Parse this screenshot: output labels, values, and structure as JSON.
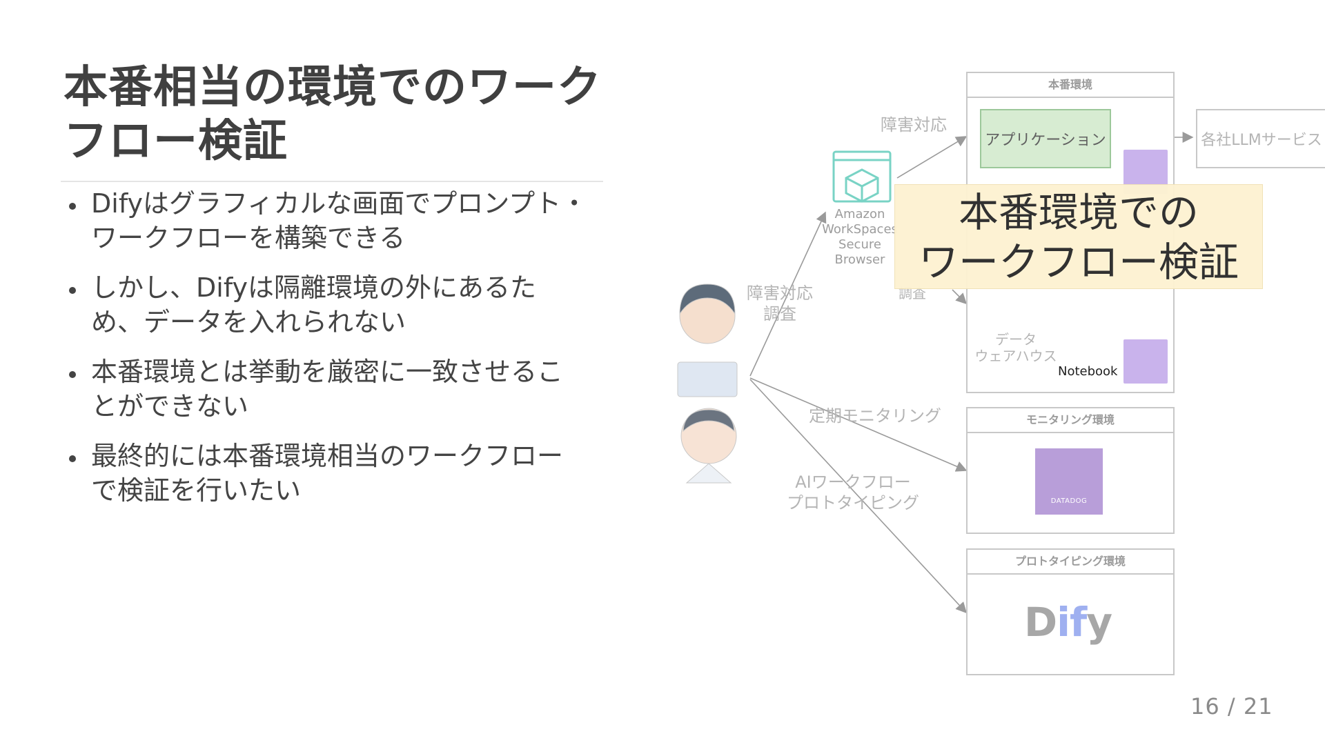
{
  "title": {
    "line1": "本番相当の環境でのワーク",
    "line2": "フロー検証"
  },
  "bullets": [
    {
      "line1": "Difyはグラフィカルな画面でプロンプト・",
      "line2": "ワークフローを構築できる"
    },
    {
      "line1": "しかし、Difyは隔離環境の外にあるた",
      "line2": "め、データを入れられない"
    },
    {
      "line1": "本番環境とは挙動を厳密に一致させるこ",
      "line2": "とができない"
    },
    {
      "line1": "最終的には本番環境相当のワークフロー",
      "line2": "で検証を行いたい"
    }
  ],
  "diagram": {
    "prod_env_header": "本番環境",
    "monitoring_env_header": "モニタリング環境",
    "prototyping_env_header": "プロトタイピング環境",
    "app_label": "アプリケーション",
    "llm_label": "各社LLMサービス",
    "workspaces_line1": "Amazon",
    "workspaces_line2": "WorkSpaces",
    "workspaces_line3": "Secure",
    "workspaces_line4": "Browser",
    "incident_label": "障害対応",
    "incident_investigation_line1": "障害対応",
    "incident_investigation_line2": "調査",
    "investigation_label": "調査",
    "dw_line1": "データ",
    "dw_line2": "ウェアハウス",
    "notebook_label": "Notebook",
    "periodic_monitoring_label": "定期モニタリング",
    "ai_workflow_line1": "AIワークフロー",
    "ai_workflow_line2": "プロトタイピング",
    "datadog_label": "DATADOG",
    "dify_logo_d": "D",
    "dify_logo_if": "if",
    "dify_logo_y": "y"
  },
  "callout": {
    "line1": "本番環境での",
    "line2": "ワークフロー検証"
  },
  "page_number": "16 / 21"
}
